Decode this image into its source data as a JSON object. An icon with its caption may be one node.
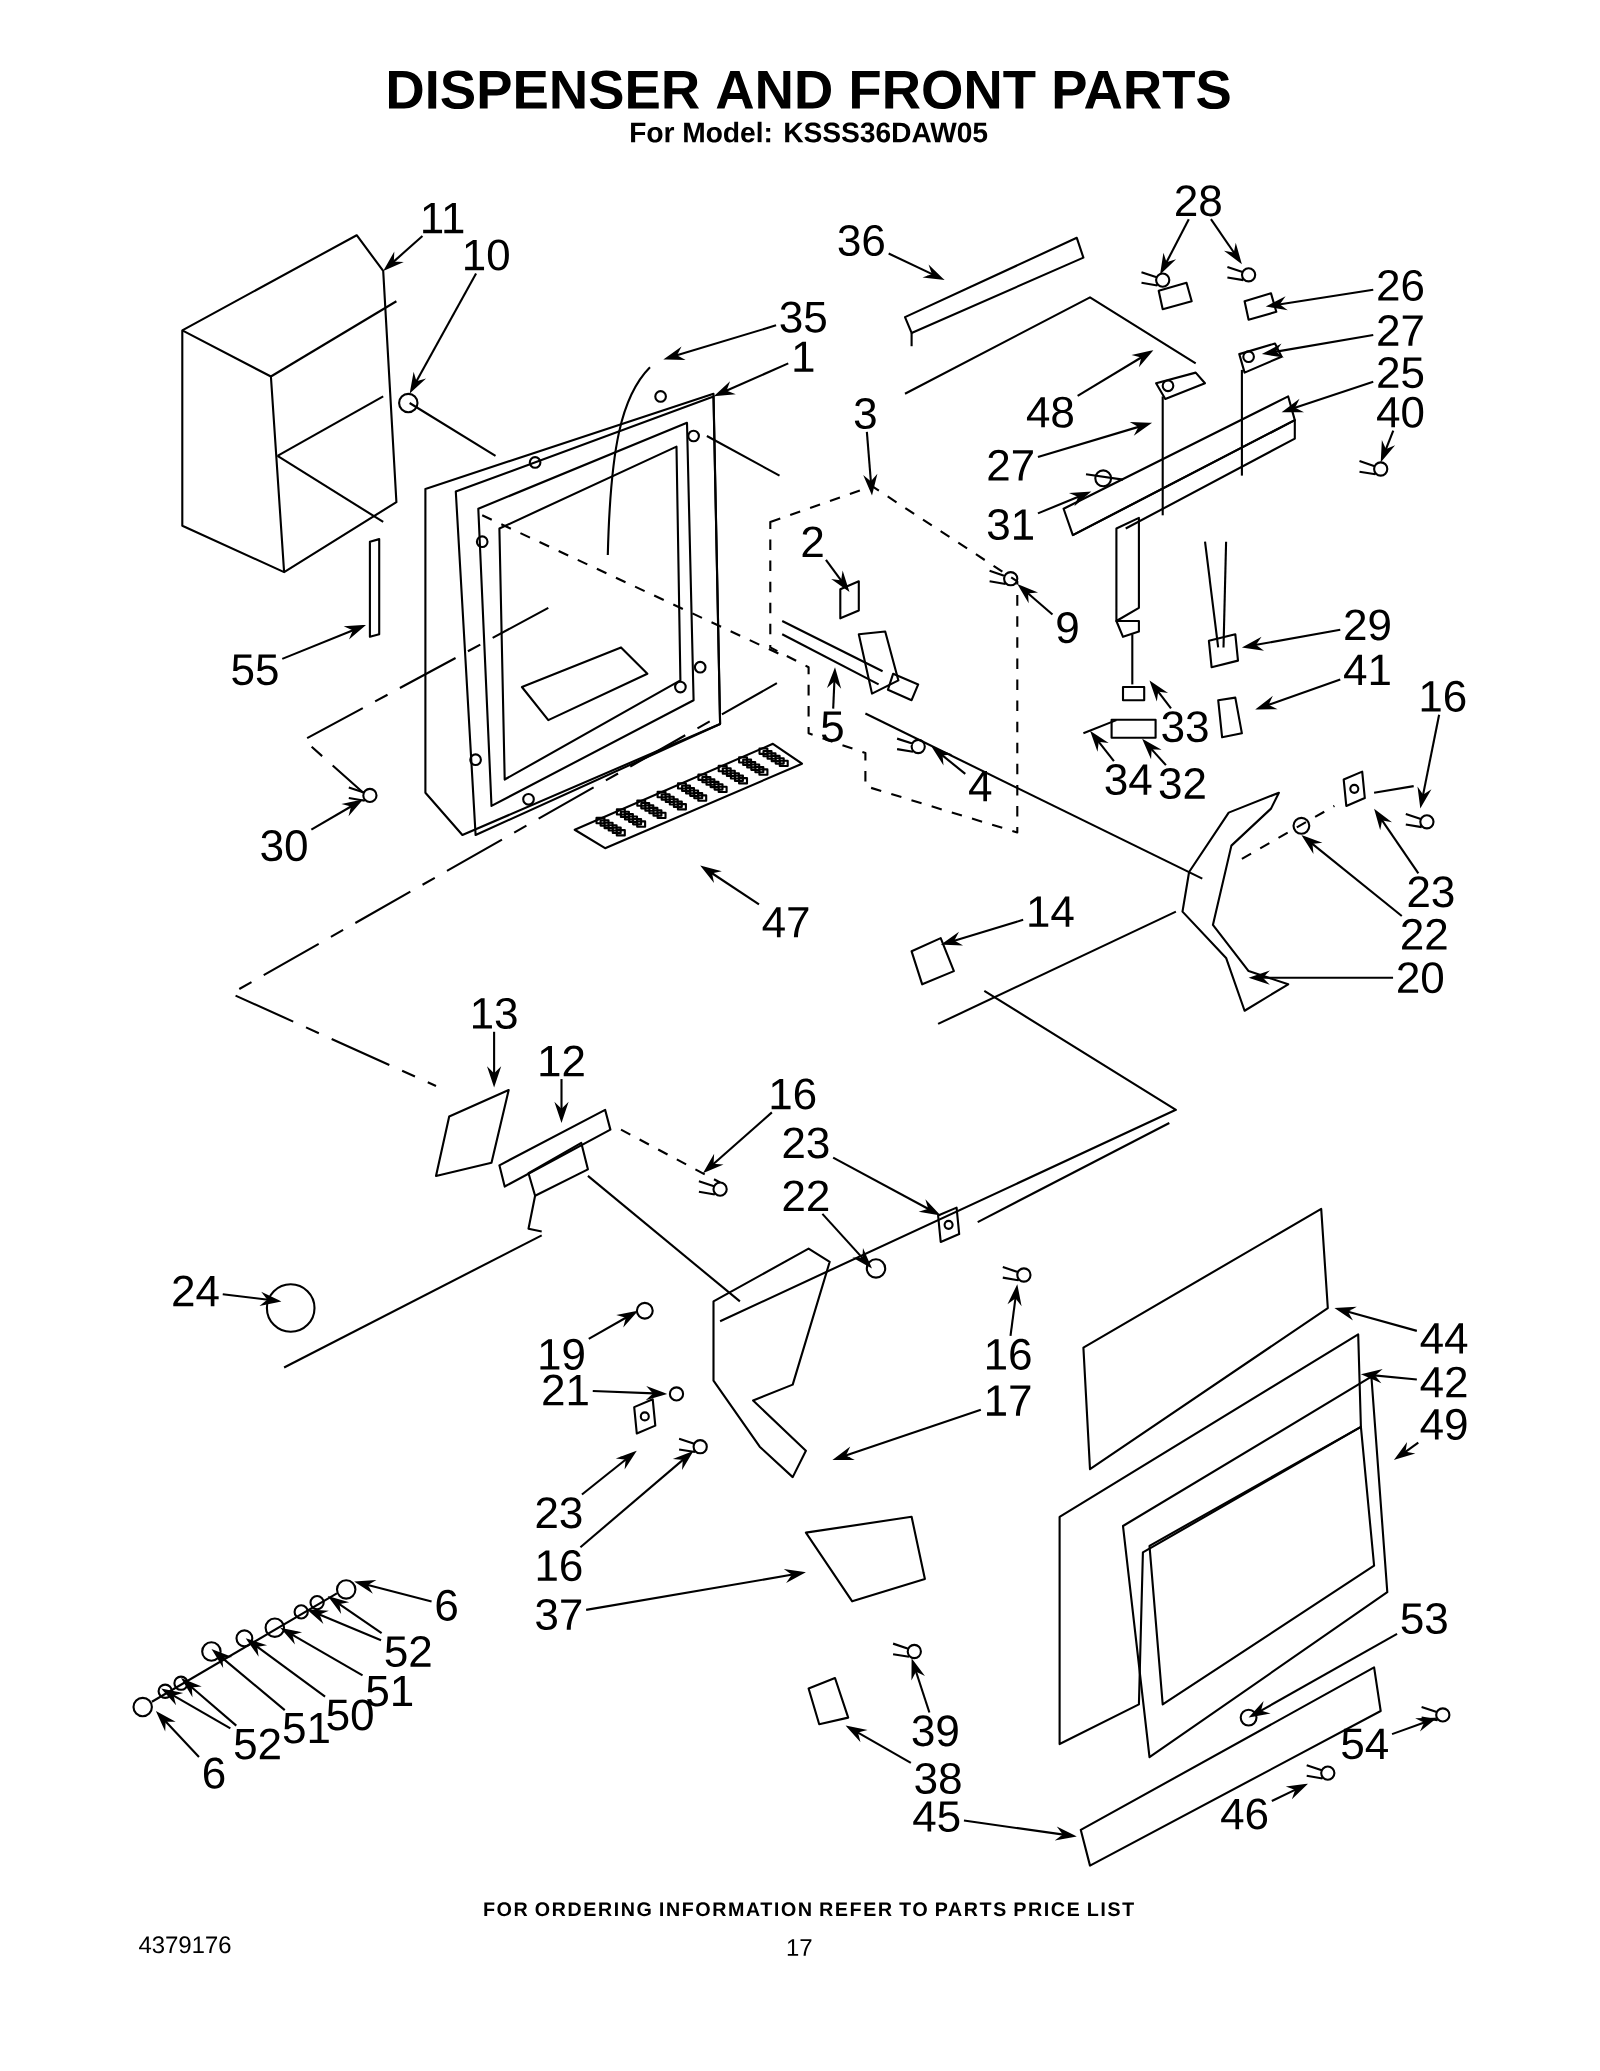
{
  "diagram": {
    "title": "DISPENSER AND FRONT PARTS",
    "nodes": [
      {
        "text": [
          "11"
        ]
      },
      {
        "text": [
          "10"
        ]
      },
      {
        "text": [
          "36"
        ]
      },
      {
        "text": [
          "28"
        ]
      },
      {
        "text": [
          "26"
        ]
      },
      {
        "text": [
          "35"
        ]
      },
      {
        "text": [
          "27"
        ]
      },
      {
        "text": [
          "1"
        ]
      },
      {
        "text": [
          "25"
        ]
      },
      {
        "text": [
          "40"
        ]
      },
      {
        "text": [
          "48"
        ]
      },
      {
        "text": [
          "3"
        ]
      },
      {
        "text": [
          "27"
        ]
      },
      {
        "text": [
          "31"
        ]
      },
      {
        "text": [
          "2"
        ]
      },
      {
        "text": [
          "9"
        ]
      },
      {
        "text": [
          "29"
        ]
      },
      {
        "text": [
          "41"
        ]
      },
      {
        "text": [
          "55"
        ]
      },
      {
        "text": [
          "16"
        ]
      },
      {
        "text": [
          "5"
        ]
      },
      {
        "text": [
          "33"
        ]
      },
      {
        "text": [
          "4"
        ]
      },
      {
        "text": [
          "34"
        ]
      },
      {
        "text": [
          "32"
        ]
      },
      {
        "text": [
          "30"
        ]
      },
      {
        "text": [
          "23"
        ]
      },
      {
        "text": [
          "47"
        ]
      },
      {
        "text": [
          "14"
        ]
      },
      {
        "text": [
          "22"
        ]
      },
      {
        "text": [
          "20"
        ]
      },
      {
        "text": [
          "13"
        ]
      },
      {
        "text": [
          "12"
        ]
      },
      {
        "text": [
          "16"
        ]
      },
      {
        "text": [
          "23"
        ]
      },
      {
        "text": [
          "22"
        ]
      },
      {
        "text": [
          "24"
        ]
      },
      {
        "text": [
          "44"
        ]
      },
      {
        "text": [
          "19"
        ]
      },
      {
        "text": [
          "16"
        ]
      },
      {
        "text": [
          "42"
        ]
      },
      {
        "text": [
          "21"
        ]
      },
      {
        "text": [
          "17"
        ]
      },
      {
        "text": [
          "49"
        ]
      },
      {
        "text": [
          "23"
        ]
      },
      {
        "text": [
          "16"
        ]
      },
      {
        "text": [
          "6"
        ]
      },
      {
        "text": [
          "37"
        ]
      },
      {
        "text": [
          "53"
        ]
      },
      {
        "text": [
          "52"
        ]
      },
      {
        "text": [
          "51"
        ]
      },
      {
        "text": [
          "50"
        ]
      },
      {
        "text": [
          "51"
        ]
      },
      {
        "text": [
          "39"
        ]
      },
      {
        "text": [
          "52"
        ]
      },
      {
        "text": [
          "54"
        ]
      },
      {
        "text": [
          "38"
        ]
      },
      {
        "text": [
          "6"
        ]
      },
      {
        "text": [
          "46"
        ]
      },
      {
        "text": [
          "45"
        ]
      },
      {
        "text": [],
        "shape": "cylinder"
      }
    ],
    "edges": [
      {
        "from": 0,
        "to": null,
        "arrow": "to"
      },
      {
        "from": 1,
        "to": null,
        "arrow": "to"
      },
      {
        "from": 2,
        "to": null,
        "arrow": "to"
      },
      {
        "from": 3,
        "to": null,
        "arrow": "to"
      },
      {
        "from": 3,
        "to": null,
        "arrow": "to"
      },
      {
        "from": 4,
        "to": null,
        "arrow": "to"
      },
      {
        "from": 5,
        "to": null,
        "arrow": "to"
      },
      {
        "from": 6,
        "to": null,
        "arrow": "to"
      },
      {
        "from": 7,
        "to": null,
        "arrow": "to"
      },
      {
        "from": 8,
        "to": null,
        "arrow": "to"
      },
      {
        "from": 9,
        "to": null,
        "arrow": "to"
      },
      {
        "from": 10,
        "to": null,
        "arrow": "to"
      },
      {
        "from": 11,
        "to": null,
        "arrow": "to"
      },
      {
        "from": 12,
        "to": null,
        "arrow": "to"
      },
      {
        "from": 13,
        "to": null,
        "arrow": "to"
      },
      {
        "from": 14,
        "to": null,
        "arrow": "to"
      },
      {
        "from": 15,
        "to": null,
        "arrow": "to"
      },
      {
        "from": 16,
        "to": null,
        "arrow": "to"
      },
      {
        "from": 17,
        "to": null,
        "arrow": "to"
      },
      {
        "from": 18,
        "to": null,
        "arrow": "to"
      },
      {
        "from": 19,
        "to": null,
        "arrow": "to"
      },
      {
        "from": 20,
        "to": null,
        "arrow": "to"
      },
      {
        "from": 21,
        "to": null,
        "arrow": "to"
      },
      {
        "from": 22,
        "to": null,
        "arrow": "to"
      },
      {
        "from": 23,
        "to": null,
        "arrow": "to"
      },
      {
        "from": 24,
        "to": 60,
        "arrow": "to"
      },
      {
        "from": 25,
        "to": null,
        "arrow": "to"
      },
      {
        "from": 26,
        "to": null,
        "arrow": "to"
      },
      {
        "from": 27,
        "to": null,
        "arrow": "to"
      },
      {
        "from": 28,
        "to": null,
        "arrow": "to"
      },
      {
        "from": 29,
        "to": null,
        "arrow": "to"
      },
      {
        "from": 30,
        "to": null,
        "arrow": "to"
      },
      {
        "from": 31,
        "to": null,
        "arrow": "to"
      },
      {
        "from": 32,
        "to": null,
        "arrow": "to"
      },
      {
        "from": 33,
        "to": null,
        "arrow": "to"
      },
      {
        "from": 34,
        "to": null,
        "arrow": "to"
      },
      {
        "from": 35,
        "to": null,
        "arrow": "to"
      },
      {
        "from": 36,
        "to": null,
        "arrow": "to"
      },
      {
        "from": 37,
        "to": null,
        "arrow": "to"
      },
      {
        "from": 38,
        "to": null,
        "arrow": "to"
      },
      {
        "from": 39,
        "to": null,
        "arrow": "to"
      },
      {
        "from": 40,
        "to": null,
        "arrow": "to"
      },
      {
        "from": 41,
        "to": null,
        "arrow": "to"
      },
      {
        "from": 42,
        "to": null,
        "arrow": "to"
      },
      {
        "from": 43,
        "to": null,
        "arrow": "to"
      },
      {
        "from": 44,
        "to": null,
        "arrow": "to"
      },
      {
        "from": 45,
        "to": null,
        "arrow": "to"
      },
      {
        "from": 46,
        "to": null,
        "arrow": "to"
      },
      {
        "from": 47,
        "to": null,
        "arrow": "to"
      },
      {
        "from": 48,
        "to": null,
        "arrow": "to"
      },
      {
        "from": 49,
        "to": null,
        "arrow": "to"
      },
      {
        "from": 49,
        "to": null,
        "arrow": "to"
      },
      {
        "from": 50,
        "to": null,
        "arrow": "to"
      },
      {
        "from": 51,
        "to": null,
        "arrow": "to"
      },
      {
        "from": 52,
        "to": null,
        "arrow": "to"
      },
      {
        "from": 53,
        "to": null,
        "arrow": "to"
      },
      {
        "from": 54,
        "to": null,
        "arrow": "to"
      },
      {
        "from": 54,
        "to": null,
        "arrow": "to"
      },
      {
        "from": 55,
        "to": null,
        "arrow": "to"
      },
      {
        "from": 56,
        "to": null,
        "arrow": "to"
      },
      {
        "from": 57,
        "to": null,
        "arrow": "to"
      },
      {
        "from": 58,
        "to": null,
        "arrow": "to"
      },
      {
        "from": 59,
        "to": null,
        "arrow": "to"
      }
    ],
    "labels": [
      "For Model: KSSS36DAW05",
      "FOR ORDERING INFORMATION REFER TO PARTS PRICE LIST",
      "4379176",
      "17"
    ]
  }
}
